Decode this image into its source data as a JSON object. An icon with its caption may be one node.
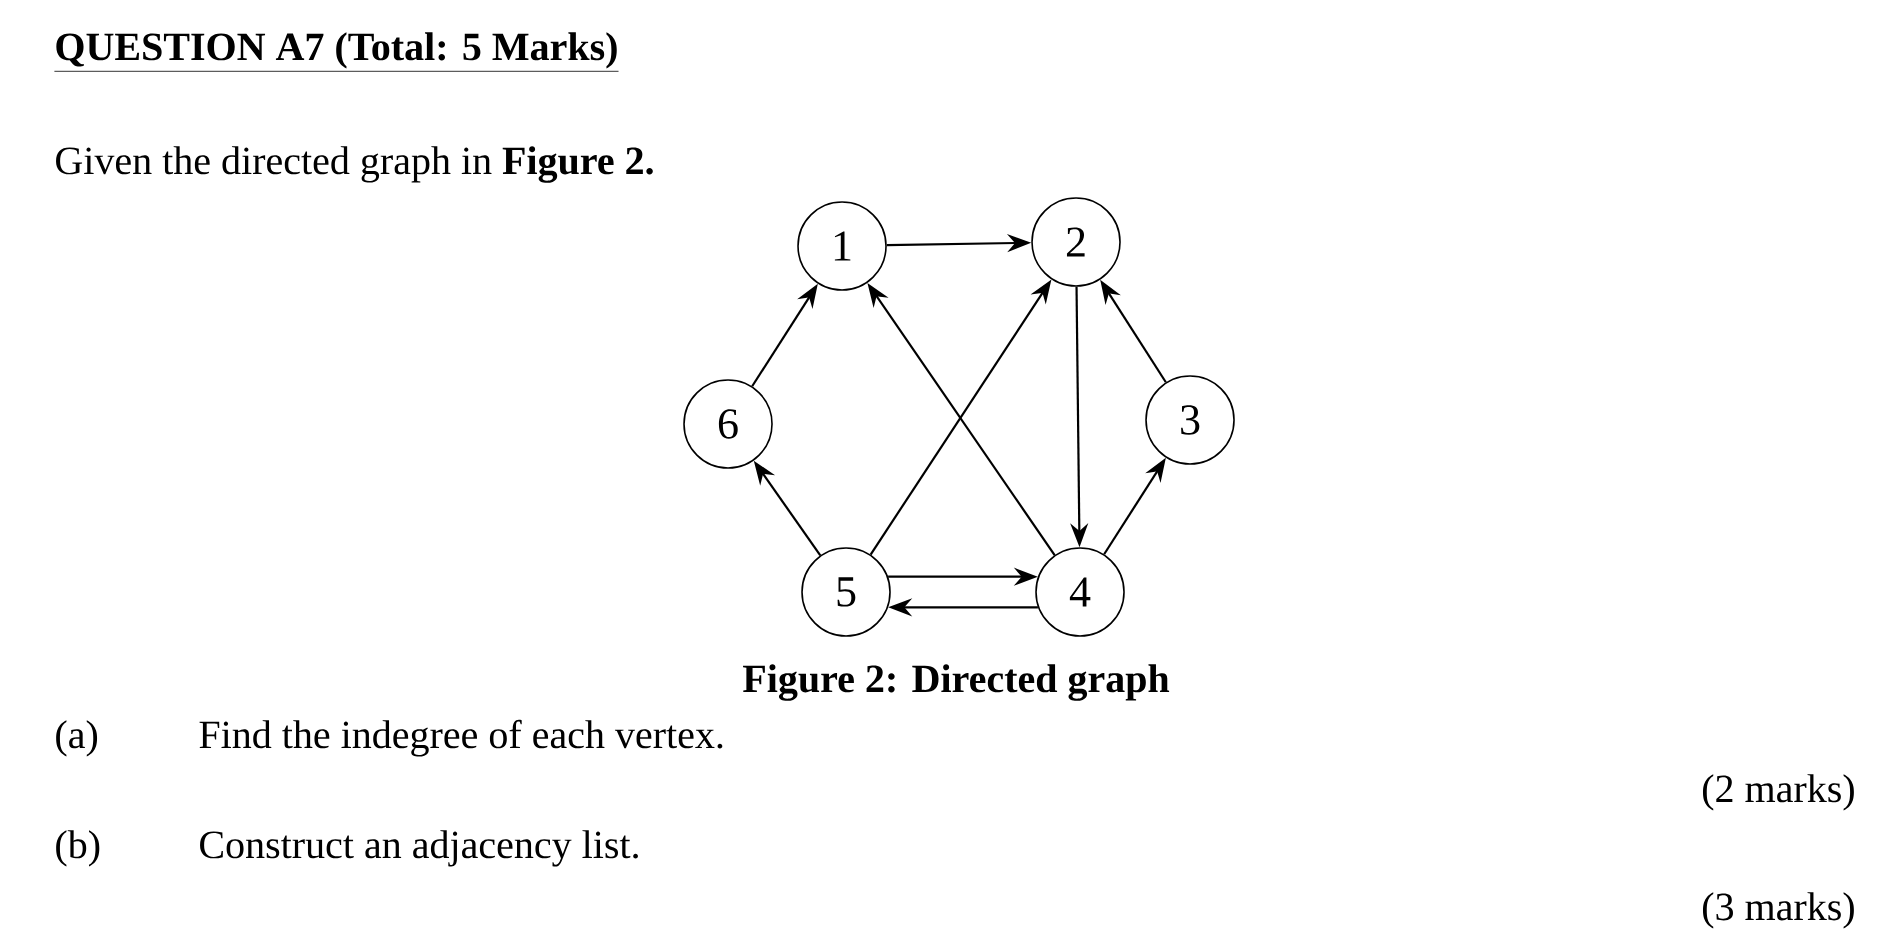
{
  "diagram": {
    "title": "QUESTION A7 (Total: 5 Marks)",
    "caption": "Figure 2: Directed graph",
    "nodes": [
      {
        "text": [
          "1"
        ]
      },
      {
        "text": [
          "2"
        ]
      },
      {
        "text": [
          "6"
        ]
      },
      {
        "text": [
          "3"
        ]
      },
      {
        "text": [
          "5"
        ]
      },
      {
        "text": [
          "4"
        ]
      }
    ],
    "edges": [
      {
        "from": 0,
        "to": 1,
        "arrow": "to"
      },
      {
        "from": 1,
        "to": 5,
        "arrow": "to"
      },
      {
        "from": 3,
        "to": 1,
        "arrow": "to"
      },
      {
        "from": 5,
        "to": 3,
        "arrow": "to"
      },
      {
        "from": 5,
        "to": 0,
        "arrow": "to"
      },
      {
        "from": 4,
        "to": 1,
        "arrow": "to"
      },
      {
        "from": 4,
        "to": 2,
        "arrow": "to"
      },
      {
        "from": 2,
        "to": 0,
        "arrow": "to"
      },
      {
        "from": 5,
        "to": 4,
        "arrow": "to"
      },
      {
        "from": 4,
        "to": 5,
        "arrow": "to"
      }
    ],
    "labels": [
      "Given the directed graph in **Figure 2.**",
      "(a)",
      "Find the indegree of each vertex.",
      "(2 marks)",
      "(b)",
      "Construct an adjacency list.",
      "(3 marks)"
    ]
  }
}
